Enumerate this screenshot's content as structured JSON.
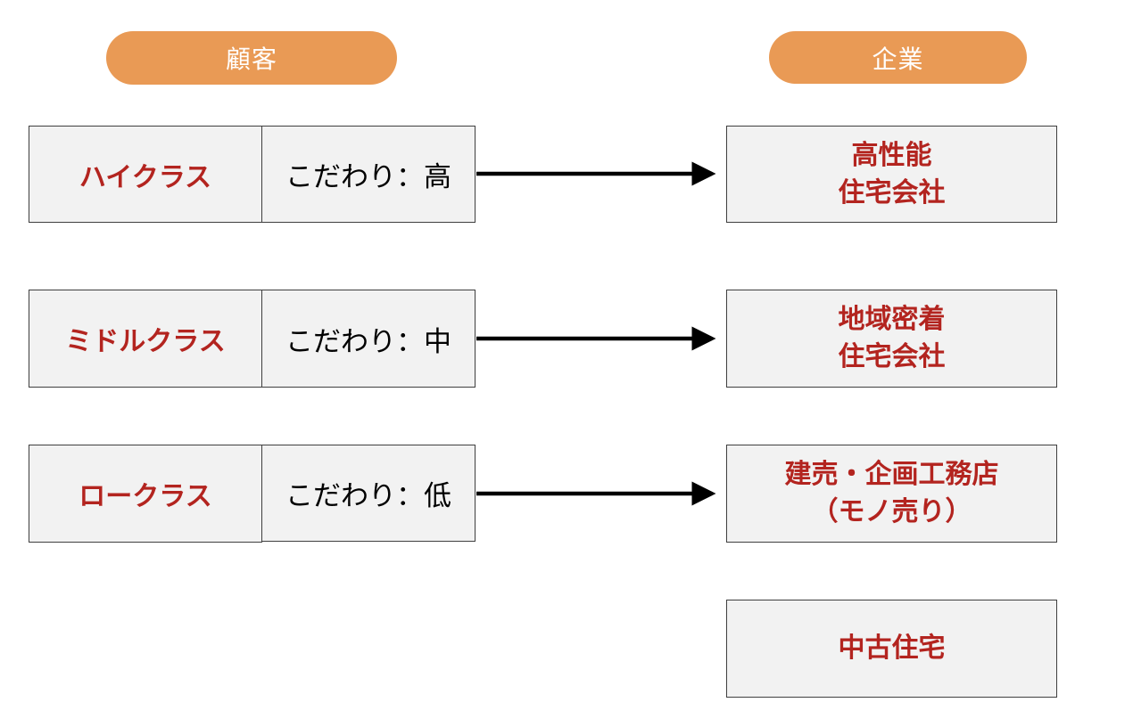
{
  "headers": {
    "customer": "顧客",
    "company": "企業"
  },
  "rows": [
    {
      "class": "ハイクラス",
      "preference": "こだわり：高",
      "company_lines": [
        "高性能",
        "住宅会社"
      ]
    },
    {
      "class": "ミドルクラス",
      "preference": "こだわり：中",
      "company_lines": [
        "地域密着",
        "住宅会社"
      ]
    },
    {
      "class": "ロークラス",
      "preference": "こだわり：低",
      "company_lines": [
        "建売・企画工務店",
        "（モノ売り）"
      ]
    }
  ],
  "extra_company": "中古住宅",
  "colors": {
    "header_fill": "#E99A55",
    "box_fill": "#F2F2F2",
    "accent_text": "#B3241F"
  }
}
